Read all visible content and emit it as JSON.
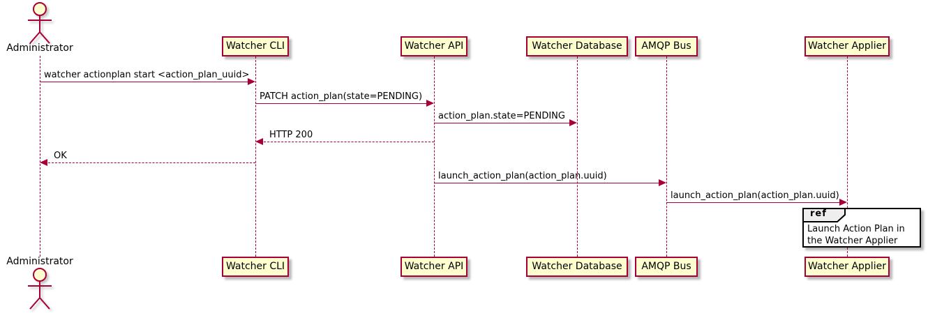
{
  "diagram": {
    "type": "sequence-diagram",
    "style": "plantuml"
  },
  "colors": {
    "participant_fill": "#fefece",
    "participant_border": "#a80036",
    "lifeline": "#a80036",
    "arrow": "#a80036",
    "text": "#000000",
    "ref_border": "#000000",
    "ref_header_fill": "#eeeeee",
    "ref_fill": "#ffffff"
  },
  "actor": {
    "label": "Administrator"
  },
  "participants": [
    {
      "label": "Watcher CLI"
    },
    {
      "label": "Watcher API"
    },
    {
      "label": "Watcher Database"
    },
    {
      "label": "AMQP Bus"
    },
    {
      "label": "Watcher Applier"
    }
  ],
  "messages": [
    {
      "label": "watcher actionplan start <action_plan_uuid>",
      "from": "Administrator",
      "to": "Watcher CLI",
      "line": "solid",
      "direction": "right"
    },
    {
      "label": "PATCH action_plan(state=PENDING)",
      "from": "Watcher CLI",
      "to": "Watcher API",
      "line": "solid",
      "direction": "right"
    },
    {
      "label": "action_plan.state=PENDING",
      "from": "Watcher API",
      "to": "Watcher Database",
      "line": "solid",
      "direction": "right"
    },
    {
      "label": "HTTP 200",
      "from": "Watcher API",
      "to": "Watcher CLI",
      "line": "dashed",
      "direction": "left"
    },
    {
      "label": "OK",
      "from": "Watcher CLI",
      "to": "Administrator",
      "line": "dashed",
      "direction": "left"
    },
    {
      "label": "launch_action_plan(action_plan.uuid)",
      "from": "Watcher API",
      "to": "AMQP Bus",
      "line": "solid",
      "direction": "right"
    },
    {
      "label": "launch_action_plan(action_plan.uuid)",
      "from": "AMQP Bus",
      "to": "Watcher Applier",
      "line": "solid",
      "direction": "right"
    }
  ],
  "ref": {
    "keyword": "ref",
    "text": "Launch Action Plan in the Watcher Applier",
    "over": "Watcher Applier"
  }
}
